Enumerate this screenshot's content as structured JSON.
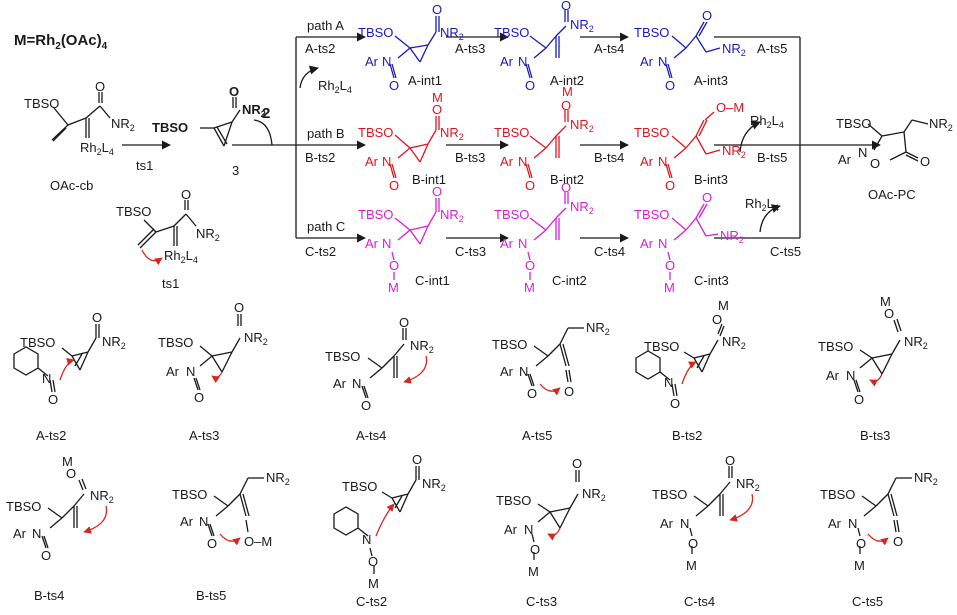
{
  "colors": {
    "black": "#1a1a1a",
    "path_a": "#1a1ab8",
    "path_b": "#e0141e",
    "path_c": "#d81ed8",
    "arrow_red": "#d8261e"
  },
  "header": {
    "catalyst_prefix": "M=Rh",
    "catalyst_sub1": "2",
    "catalyst_mid": "(OAc)",
    "catalyst_sub2": "4"
  },
  "reagent": {
    "number": "2"
  },
  "rh_sub": {
    "sub2": "2",
    "subL": "L",
    "sub4": "4"
  },
  "labels": {
    "OAc_cb": "OAc-cb",
    "cmpd3": "3",
    "ts1_step": "ts1",
    "ts1_struct": "ts1",
    "OAc_PC": "OAc-PC",
    "path_A": "path A",
    "path_B": "path B",
    "path_C": "path C",
    "A_ts2": "A-ts2",
    "A_ts3": "A-ts3",
    "A_ts4": "A-ts4",
    "A_ts5": "A-ts5",
    "B_ts2": "B-ts2",
    "B_ts3": "B-ts3",
    "B_ts4": "B-ts4",
    "B_ts5": "B-ts5",
    "C_ts2": "C-ts2",
    "C_ts3": "C-ts3",
    "C_ts4": "C-ts4",
    "C_ts5": "C-ts5",
    "A_int1": "A-int1",
    "A_int2": "A-int2",
    "A_int3": "A-int3",
    "B_int1": "B-int1",
    "B_int2": "B-int2",
    "B_int3": "B-int3",
    "C_int1": "C-int1",
    "C_int2": "C-int2",
    "C_int3": "C-int3"
  },
  "atoms": {
    "TBSO": "TBSO",
    "NR": "NR",
    "N": "N",
    "O": "O",
    "M": "M",
    "Ar": "Ar",
    "Rh": "Rh",
    "dash": "–"
  }
}
